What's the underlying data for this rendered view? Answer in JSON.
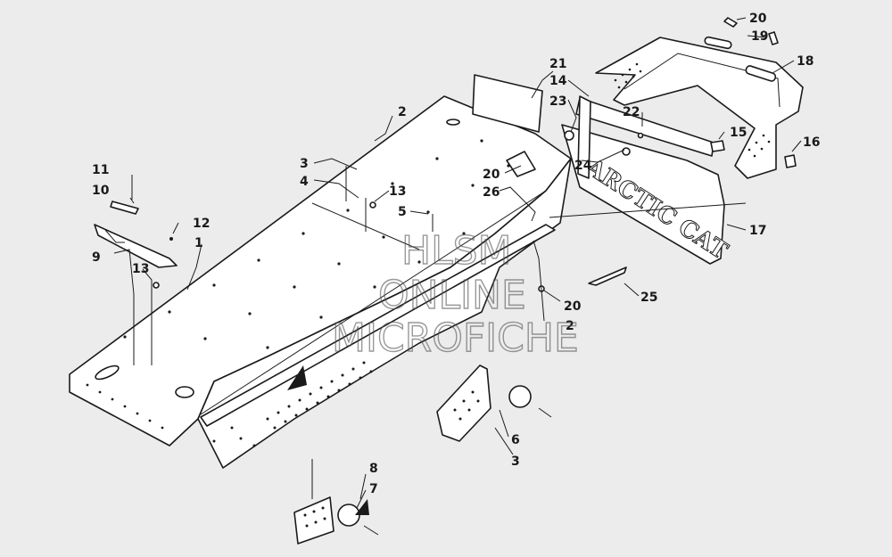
{
  "diagram": {
    "callouts": {
      "c1": "1",
      "c2": "2",
      "c3a": "3",
      "c3b": "3",
      "c4": "4",
      "c5": "5",
      "c6": "6",
      "c7": "7",
      "c8": "8",
      "c9": "9",
      "c10": "10",
      "c11": "11",
      "c12": "12",
      "c13a": "13",
      "c13b": "13",
      "c14": "14",
      "c15": "15",
      "c16": "16",
      "c17": "17",
      "c18": "18",
      "c19": "19",
      "c20a": "20",
      "c20b": "20",
      "c20c": "20",
      "c21": "21",
      "c22": "22",
      "c23": "23",
      "c24": "24",
      "c25": "25",
      "c26": "26",
      "c2b": "2"
    },
    "flap_text": "ARCTIC CAT"
  },
  "watermark": {
    "line1": "HLSM",
    "line2": "ONLINE",
    "line3": "MICROFICHE"
  }
}
